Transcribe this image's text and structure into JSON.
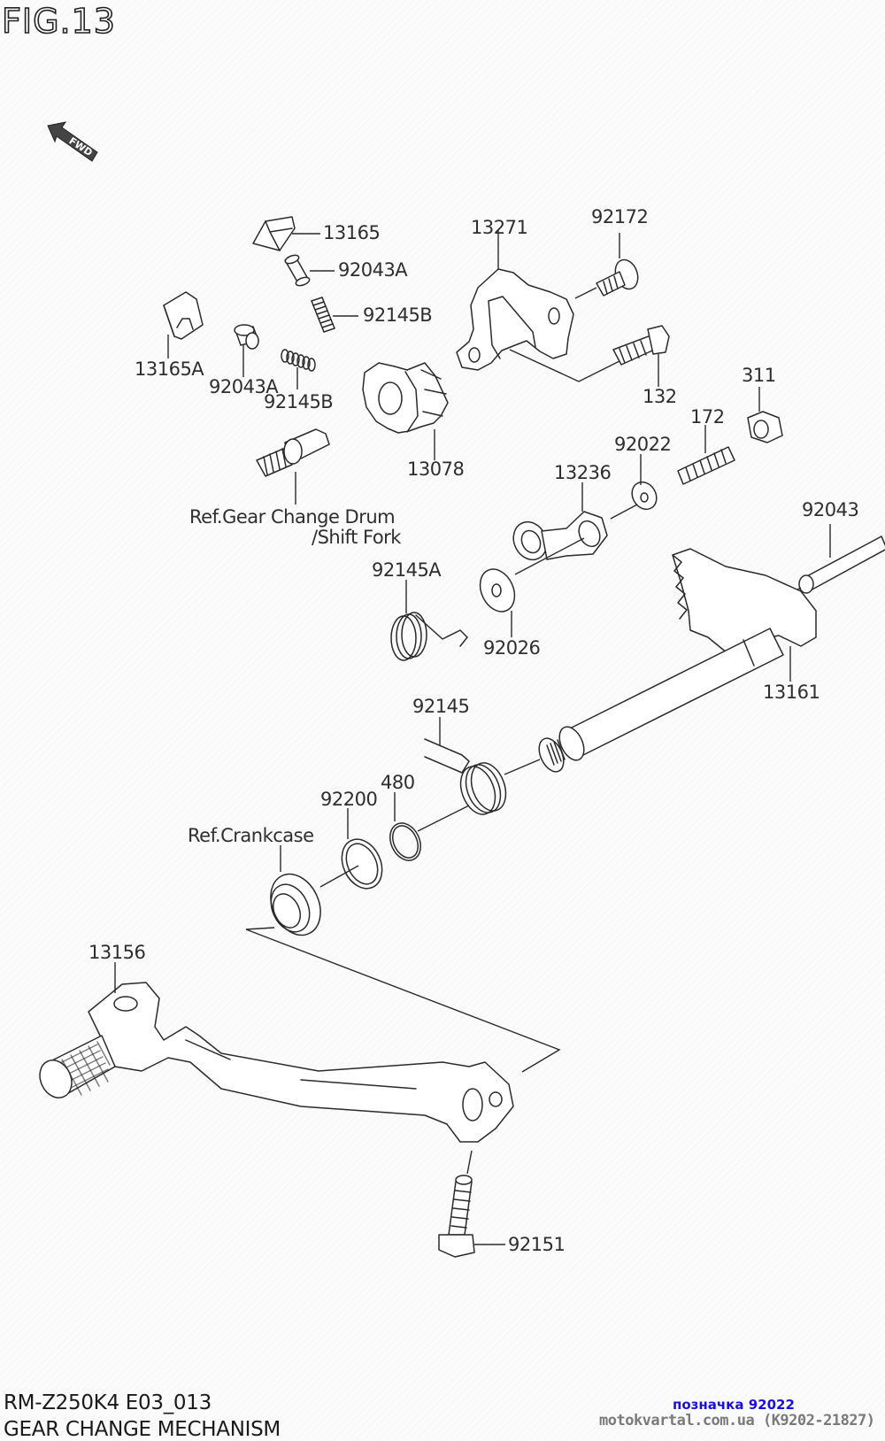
{
  "figure": {
    "title": "FIG.13",
    "direction_badge": "FWD"
  },
  "callouts": {
    "p13165": "13165",
    "p92043A_top": "92043A",
    "p92145B_top": "92145B",
    "p13165A": "13165A",
    "p92043A_bottom": "92043A",
    "p92145B_bottom": "92145B",
    "p13271": "13271",
    "p92172": "92172",
    "p132": "132",
    "p311": "311",
    "p13078": "13078",
    "p172": "172",
    "p92022": "92022",
    "p13236": "13236",
    "ref_drum_line1": "Ref.Gear Change Drum",
    "ref_drum_line2": "/Shift Fork",
    "p92043": "92043",
    "p92145A": "92145A",
    "p92026": "92026",
    "p13161": "13161",
    "p92145": "92145",
    "p480": "480",
    "p92200": "92200",
    "ref_crankcase": "Ref.Crankcase",
    "p13156": "13156",
    "p92151": "92151"
  },
  "footer": {
    "model_code": "RM-Z250K4 E03_013",
    "section_name": "GEAR CHANGE MECHANISM"
  },
  "watermark": {
    "highlight": "позначка 92022",
    "site": "motokvartal.com.ua (K9202-21827)"
  },
  "colors": {
    "line_art": "#2a2a2a",
    "highlight_text": "#1a10d8",
    "site_text": "#7a7a7a"
  }
}
